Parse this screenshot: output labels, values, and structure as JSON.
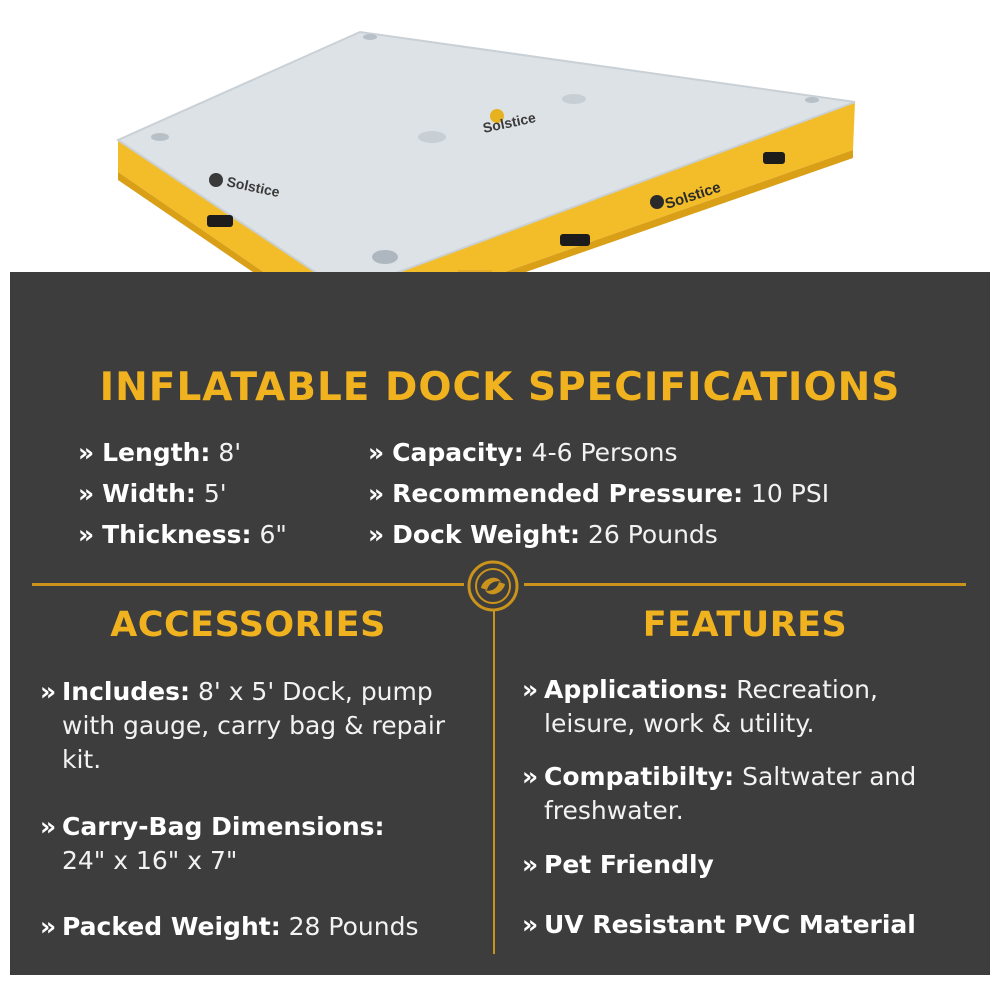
{
  "colors": {
    "panel": "#3d3d3d",
    "accent": "#f0b21f",
    "divider": "#c9931c",
    "text": "#f2f2f2",
    "dock_surface": "#dde2e6",
    "dock_sides": "#f3bd2a"
  },
  "product_image": {
    "brand_marks": [
      "Solstice",
      "Solstice",
      "Solstice"
    ],
    "icons": [
      "solstice-logo-icon",
      "valve-icon",
      "handle-icon"
    ]
  },
  "title": "INFLATABLE DOCK SPECIFICATIONS",
  "bullet": "»",
  "specs_left": [
    {
      "label": "Length:",
      "value": " 8'"
    },
    {
      "label": "Width:",
      "value": " 5'"
    },
    {
      "label": "Thickness:",
      "value": " 6\""
    }
  ],
  "specs_right": [
    {
      "label": "Capacity:",
      "value": " 4-6 Persons"
    },
    {
      "label": "Recommended Pressure:",
      "value": " 10 PSI"
    },
    {
      "label": "Dock Weight:",
      "value": " 26 Pounds"
    }
  ],
  "accessories": {
    "title": "ACCESSORIES",
    "items": [
      {
        "label": "Includes:",
        "value": " 8' x 5' Dock, pump with gauge, carry bag & repair kit."
      },
      {
        "label": "Carry-Bag Dimensions:",
        "value": " 24\" x 16\" x 7\""
      },
      {
        "label": "Packed Weight:",
        "value": " 28 Pounds"
      }
    ]
  },
  "features": {
    "title": "FEATURES",
    "items": [
      {
        "label": "Applications:",
        "value": " Recreation, leisure, work & utility."
      },
      {
        "label": "Compatibilty:",
        "value": " Saltwater and freshwater."
      },
      {
        "label": "Pet Friendly",
        "value": ""
      },
      {
        "label": "UV Resistant PVC Material",
        "value": ""
      }
    ]
  }
}
